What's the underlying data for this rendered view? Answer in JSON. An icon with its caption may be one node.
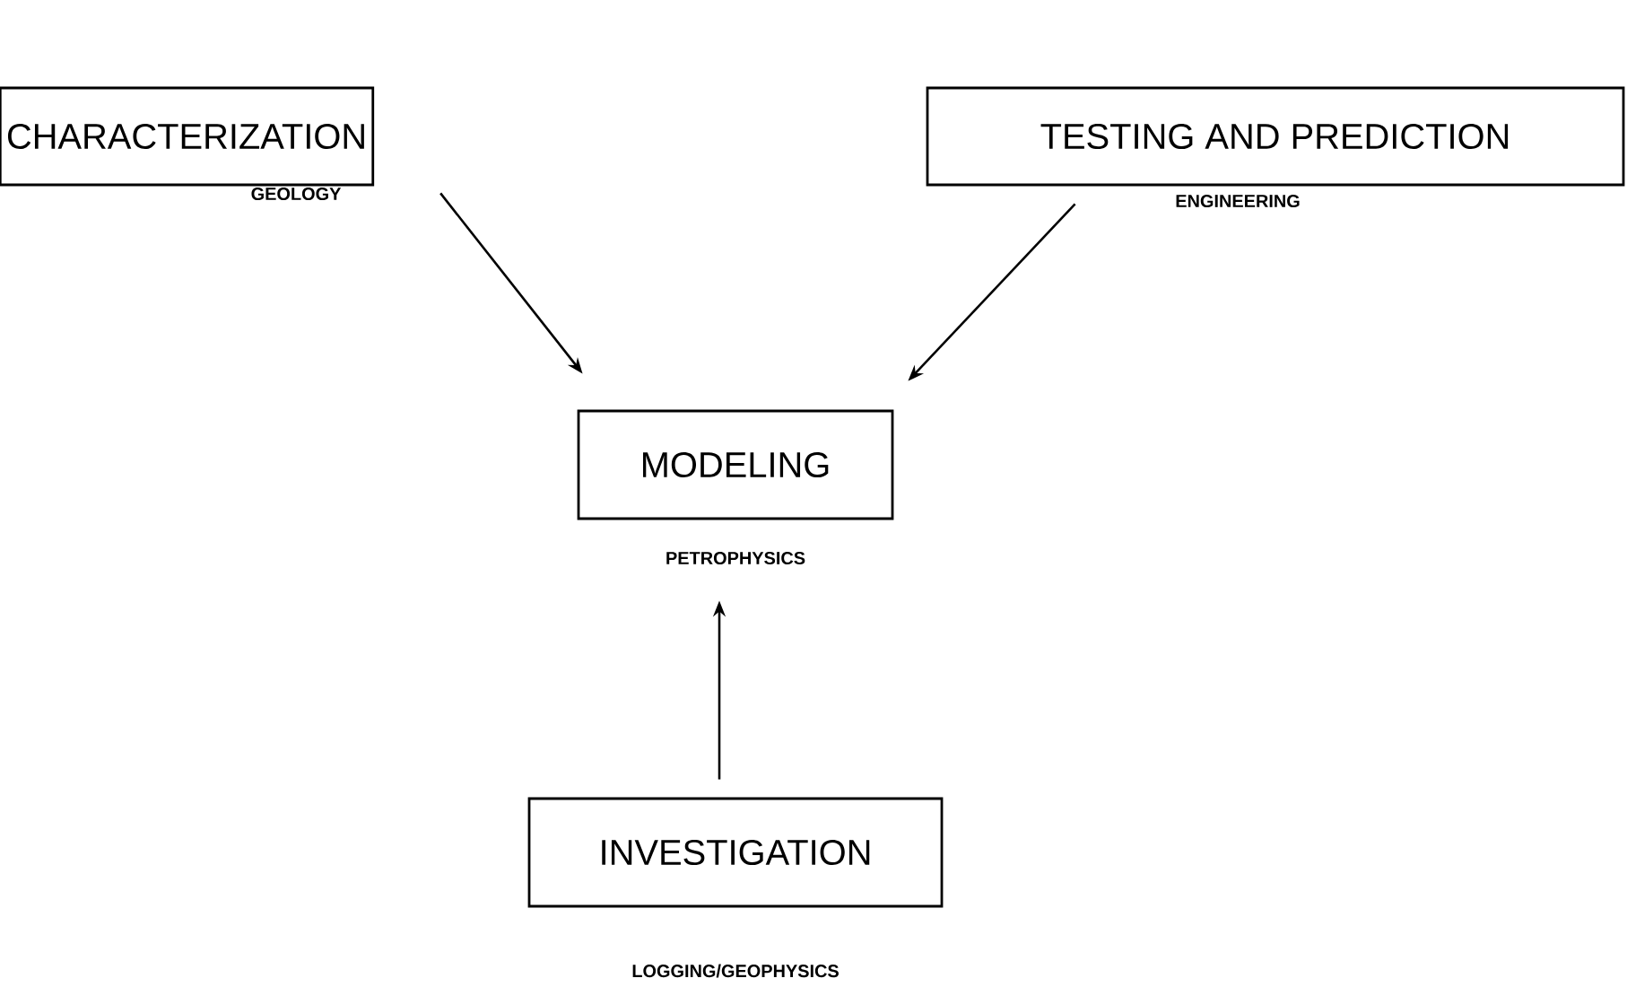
{
  "diagram": {
    "nodes": [
      {
        "text": [
          "CHARACTERIZATION"
        ],
        "beside": [
          "GEOLOGY"
        ]
      },
      {
        "text": [
          "TESTING AND PREDICTION"
        ],
        "beside": [
          "ENGINEERING"
        ]
      },
      {
        "text": [
          "MODELING"
        ],
        "beside": [
          "PETROPHYSICS"
        ]
      },
      {
        "text": [
          "INVESTIGATION"
        ],
        "beside": [
          "LOGGING/GEOPHYSICS"
        ]
      }
    ],
    "edges": [
      {
        "from": 0,
        "to": 2,
        "arrow": "to"
      },
      {
        "from": 1,
        "to": 2,
        "arrow": "to"
      },
      {
        "from": 3,
        "to": 2,
        "arrow": "to"
      }
    ]
  }
}
